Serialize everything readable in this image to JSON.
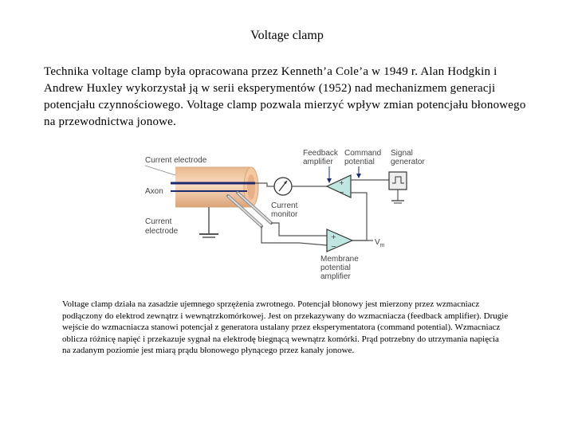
{
  "page": {
    "title": "Voltage clamp",
    "intro": "Technika voltage clamp była opracowana przez Kenneth’a Cole’a w 1949 r. Alan Hodgkin i Andrew Huxley wykorzystał ją w serii eksperymentów (1952) nad mechanizmem generacji potencjału czynnościowego. Voltage clamp pozwala mierzyć wpływ zmian potencjału błonowego na przewodnictwa jonowe.",
    "caption": "Voltage clamp działa na zasadzie ujemnego sprzężenia zwrotnego. Potencjał błonowy jest mierzony przez wzmacniacz podłączony do elektrod zewnątrz i wewnątrzkomórkowej. Jest on przekazywany do wzmacniacza (feedback amplifier). Drugie wejście do wzmacniacza stanowi potencjał z generatora ustalany przez eksperymentatora (command potential). Wzmacniacz oblicza różnicę napięć i przekazuje sygnał na elektrodę biegnącą wewnątrz komórki. Prąd potrzebny do utrzymania napięcia na zadanym poziomie jest miarą prądu błonowego płynącego przez kanały jonowe."
  },
  "diagram": {
    "current_electrode_top": "Current electrode",
    "axon": "Axon",
    "current_electrode_bottom_1": "Current",
    "current_electrode_bottom_2": "electrode",
    "feedback_1": "Feedback",
    "feedback_2": "amplifier",
    "command_1": "Command",
    "command_2": "potential",
    "signal_1": "Signal",
    "signal_2": "generator",
    "monitor_1": "Current",
    "monitor_2": "monitor",
    "vm": "V",
    "vm_sub": "m",
    "membrane_1": "Membrane",
    "membrane_2": "potential",
    "membrane_3": "amplifier",
    "colors": {
      "axon_fill": "#f2d2b2",
      "axon_edge": "#d9a77a",
      "electrode": "#1f2a6e",
      "wire": "#555555"
    }
  }
}
